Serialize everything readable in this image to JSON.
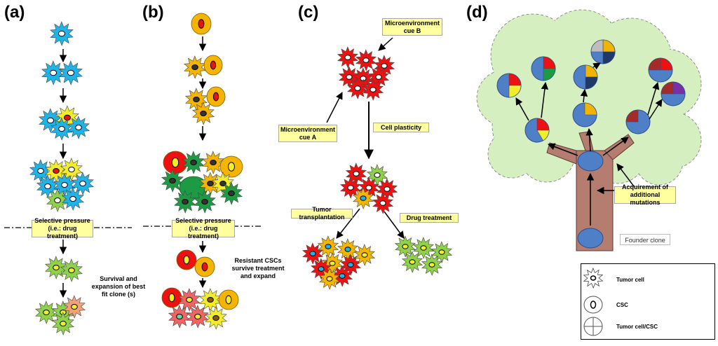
{
  "panels": {
    "a": "(a)",
    "b": "(b)",
    "c": "(c)",
    "d": "(d)"
  },
  "panel_a": {
    "selective_pressure": "Selective pressure\n(i.e.: drug treatment)",
    "survival_text": "Survival and\nexpansion of best\nfit clone (s)"
  },
  "panel_b": {
    "selective_pressure": "Selective pressure\n(i.e.: drug treatment)",
    "resistant_text": "Resistant CSCs\nsurvive treatment\nand expand"
  },
  "panel_c": {
    "cue_b": "Microenvironment\ncue B",
    "cue_a": "Microenvironment\ncue A",
    "plasticity": "Cell plasticity",
    "transplantation": "Tumor transplantation",
    "drug_treatment": "Drug treatment"
  },
  "panel_d": {
    "acquirement": "Acquirement of\nadditional mutations",
    "founder": "Founder clone"
  },
  "legend": {
    "tumor_cell": "Tumor cell",
    "csc": "CSC",
    "tumor_csc": "Tumor cell/CSC"
  },
  "colors": {
    "blue_cell": "#1eb4e8",
    "yellow_cell": "#f2ec2a",
    "green_cell": "#8fd24a",
    "dark_green_cell": "#1f9a44",
    "orange_cell": "#f5b400",
    "red_cell": "#ee1111",
    "salmon_cell": "#f2a07a",
    "pink_cell": "#ef6464",
    "tree_foliage": "#d6efc0",
    "trunk": "#b57c70",
    "node": "#4f7fc6",
    "callout": "#ffffa0"
  }
}
